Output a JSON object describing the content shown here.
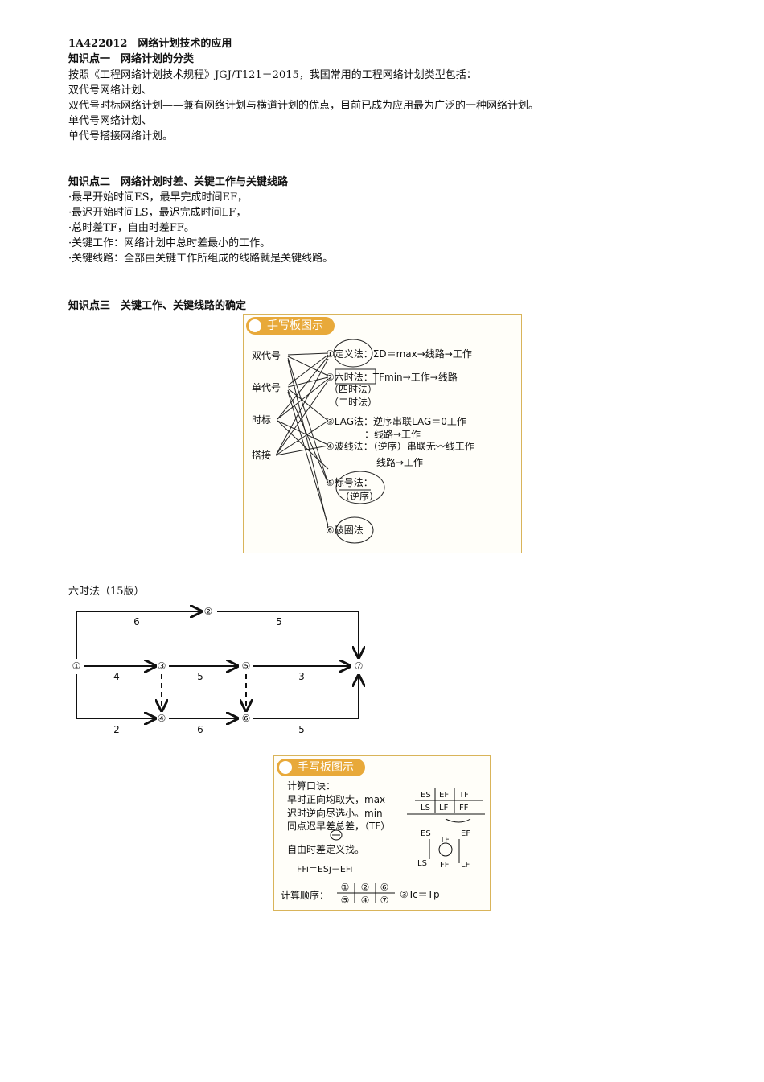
{
  "section_title": "1A422012　网络计划技术的应用",
  "kp1": {
    "heading": "知识点一　网络计划的分类",
    "intro": "按照《工程网络计划技术规程》JGJ/T121－2015，我国常用的工程网络计划类型包括：",
    "items": [
      "双代号网络计划、",
      "双代号时标网络计划——兼有网络计划与横道计划的优点，目前已成为应用最为广泛的一种网络计划。",
      "单代号网络计划、",
      "单代号搭接网络计划。"
    ]
  },
  "kp2": {
    "heading": "知识点二　网络计划时差、关键工作与关键线路",
    "items": [
      "·最早开始时间ES，最早完成时间EF，",
      "·最迟开始时间LS，最迟完成时间LF，",
      "·总时差TF，自由时差FF。",
      "·关键工作：网络计划中总时差最小的工作。",
      "·关键线路：全部由关键工作所组成的线路就是关键线路。"
    ]
  },
  "kp3": {
    "heading": "知识点三　关键工作、关键线路的确定"
  },
  "figure1": {
    "banner": "手写板图示",
    "types": [
      "双代号",
      "单代号",
      "时标",
      "搭接"
    ],
    "methods": [
      {
        "num": "①",
        "name": "定义法",
        "desc": "：ΣD＝max→线路→工作"
      },
      {
        "num": "②",
        "name": "六时法",
        "desc": "：TFmin→工作→线路",
        "alt1": "（四时法）",
        "alt2": "（二时法）"
      },
      {
        "num": "③",
        "name": "LAG法",
        "desc": "：逆序串联LAG＝0工作",
        "desc2": "：线路→工作"
      },
      {
        "num": "④",
        "name": "波线法",
        "desc": "：（逆序）串联无〰线工作",
        "desc2": "线路→工作"
      },
      {
        "num": "⑤",
        "name": "标号法",
        "desc": "：",
        "desc2": "（逆序）"
      },
      {
        "num": "⑥",
        "name": "破圈法"
      }
    ]
  },
  "six_time_caption": "六时法（15版）",
  "network": {
    "nodes": [
      "①",
      "②",
      "③",
      "④",
      "⑤",
      "⑥",
      "⑦"
    ],
    "edges": [
      {
        "from": "①",
        "to": "②",
        "duration": "6"
      },
      {
        "from": "②",
        "to": "⑦",
        "duration": "5"
      },
      {
        "from": "①",
        "to": "③",
        "duration": "4"
      },
      {
        "from": "③",
        "to": "⑤",
        "duration": "5"
      },
      {
        "from": "⑤",
        "to": "⑦",
        "duration": "3"
      },
      {
        "from": "①",
        "to": "④",
        "duration": "2"
      },
      {
        "from": "④",
        "to": "⑥",
        "duration": "6"
      },
      {
        "from": "⑥",
        "to": "⑦",
        "duration": "5"
      },
      {
        "from": "③",
        "to": "④",
        "duration": "",
        "dummy": true
      },
      {
        "from": "⑤",
        "to": "⑥",
        "duration": "",
        "dummy": true
      }
    ]
  },
  "figure2": {
    "banner": "手写板图示",
    "title": "计算口诀：",
    "rules": [
      "早时正向均取大，max",
      "迟时逆向尽选小。min",
      "同点迟早差总差，（TF）",
      "自由时差定义找。"
    ],
    "formula": "FFi＝ESj－EFi",
    "order_label": "计算顺序：",
    "order_top": [
      "①",
      "②",
      "⑥"
    ],
    "order_bottom": [
      "⑤",
      "④",
      "⑦"
    ],
    "order_note": "③Tc＝Tp",
    "table_top": [
      "ES",
      "EF",
      "TF"
    ],
    "table_bottom": [
      "LS",
      "LF",
      "FF"
    ],
    "node_labels": {
      "es": "ES",
      "ef": "EF",
      "tf": "TF",
      "ls": "LS",
      "ff": "FF",
      "lf": "LF"
    }
  },
  "colors": {
    "banner": "#e8a93a",
    "figure_border": "#d9b45a"
  }
}
